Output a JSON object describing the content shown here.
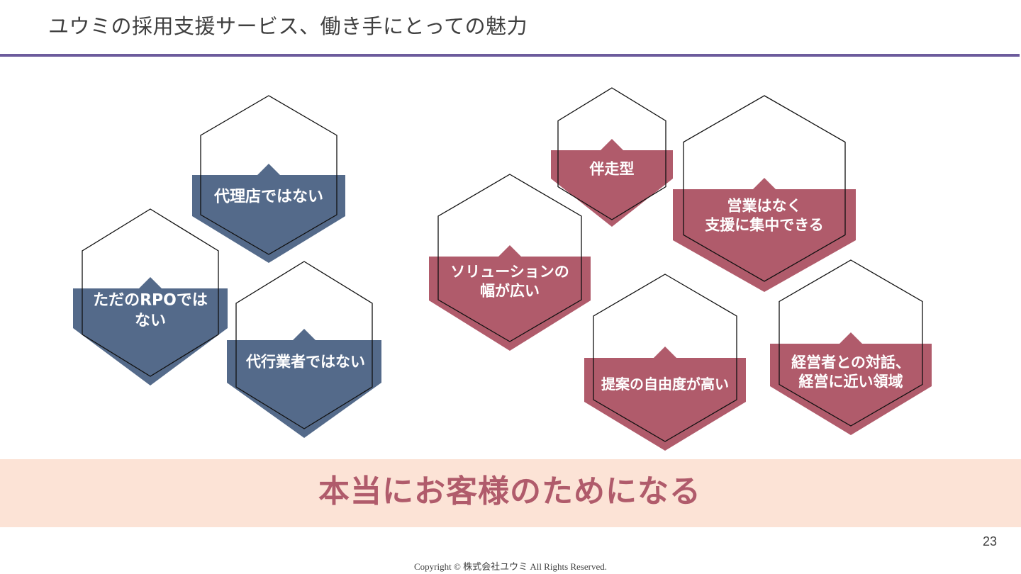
{
  "slide": {
    "title": "ユウミの採用支援サービス、働き手にとっての魅力",
    "page_number": "23",
    "copyright": "Copyright © 株式会社ユウミ All Rights Reserved."
  },
  "colors": {
    "navy": "#546a8a",
    "rose": "#b05b6b",
    "accent_rule": "#6c5b9c",
    "banner_bg": "#fce3d6"
  },
  "hexagons": [
    {
      "id": "not-agency",
      "lines": [
        "代理店ではない"
      ],
      "color": "navy"
    },
    {
      "id": "not-rpo",
      "lines": [
        "ただのRPOでは",
        "ない"
      ],
      "color": "navy"
    },
    {
      "id": "not-contractor",
      "lines": [
        "代行業者ではない"
      ],
      "color": "navy"
    },
    {
      "id": "companion",
      "lines": [
        "伴走型"
      ],
      "color": "rose"
    },
    {
      "id": "focus-support",
      "lines": [
        "営業はなく",
        "支援に集中できる"
      ],
      "color": "rose"
    },
    {
      "id": "wide-solutions",
      "lines": [
        "ソリューションの",
        "幅が広い"
      ],
      "color": "rose"
    },
    {
      "id": "freedom",
      "lines": [
        "提案の自由度が高い"
      ],
      "color": "rose"
    },
    {
      "id": "executive-dialogue",
      "lines": [
        "経営者との対話、",
        "経営に近い領域"
      ],
      "color": "rose"
    }
  ],
  "banner": {
    "text": "本当にお客様のためになる"
  }
}
